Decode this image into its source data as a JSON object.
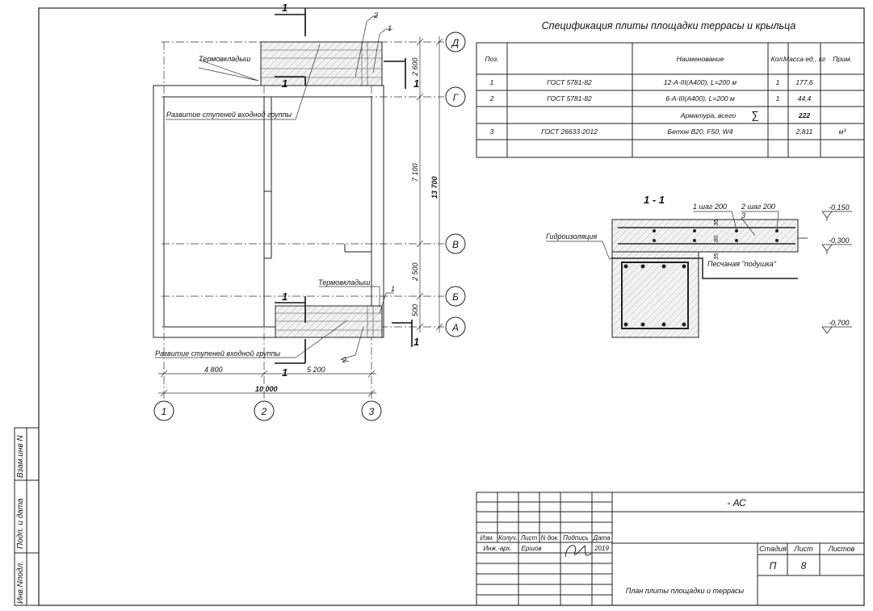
{
  "spec": {
    "title": "Спецификация плиты площадки террасы и крыльца",
    "headers": [
      "Поз.",
      "",
      "Наименование",
      "Кол.",
      "Масса ед., кг",
      "Прим."
    ],
    "rows": [
      [
        "1",
        "ГОСТ 5781-82",
        "12-А-III(А400), L=200 м",
        "1",
        "177,6",
        ""
      ],
      [
        "2",
        "ГОСТ 5781-82",
        "6-А-III(А400), L=200 м",
        "1",
        "44,4",
        ""
      ],
      [
        "",
        "",
        "Арматура, всего",
        "∑",
        "222",
        ""
      ],
      [
        "3",
        "ГОСТ 26633-2012",
        "Бетон В20, F50, W4",
        "",
        "2,811",
        "м³"
      ],
      [
        "",
        "",
        "",
        "",
        "",
        ""
      ]
    ]
  },
  "plan": {
    "axes_letters": [
      "Д",
      "Г",
      "В",
      "Б",
      "А"
    ],
    "axes_numbers": [
      "1",
      "2",
      "3"
    ],
    "dims_vertical": [
      "2 600",
      "7 100",
      "2 500",
      "500"
    ],
    "dim_total_vertical": "13 700",
    "dims_horizontal": [
      "4 800",
      "5 200"
    ],
    "dim_total_horizontal": "10 000",
    "label_thermo": "Термовкладыш",
    "label_steps": "Развитие ступеней входной группы",
    "section_mark": "1",
    "pos_1": "1",
    "pos_2": "2"
  },
  "section": {
    "title": "1 - 1",
    "rebar_1": "1 шаг 200",
    "rebar_2": "2 шаг 200",
    "pos_3": "3",
    "dims": [
      "35",
      "80",
      "35"
    ],
    "waterproofing": "Гидроизоляция",
    "sand_cushion": "Песчаная \"подушка\"",
    "levels": [
      "-0,150",
      "-0,300",
      "-0,700"
    ]
  },
  "stamp": {
    "doc_code": "- АС",
    "col_headers": [
      "Изм.",
      "Колуч.",
      "Лист",
      "N док.",
      "Подпись",
      "Дата"
    ],
    "role": "Инж.-арх.",
    "name": "Ершов",
    "date": "2019",
    "stage_label": "Стадия",
    "sheet_label": "Лист",
    "sheets_label": "Листов",
    "stage": "П",
    "sheet": "8",
    "drawing_title": "План плиты площадки и террасы"
  },
  "side_stamp": [
    "Взам.инв N",
    "Подп. и дата",
    "Инв.Nподл."
  ]
}
